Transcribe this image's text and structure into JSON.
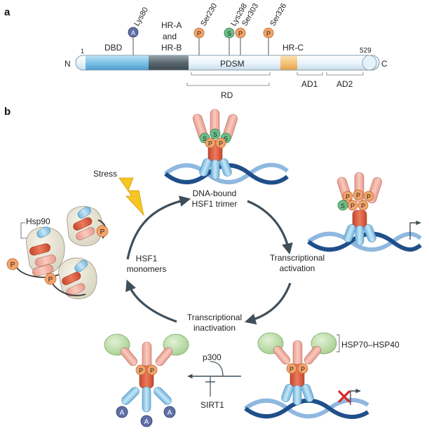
{
  "panel_a": {
    "letter": "a",
    "n_term": "N",
    "c_term": "C",
    "start": "1",
    "end": "529",
    "domains": {
      "dbd": "DBD",
      "hra": "HR-A",
      "and": "and",
      "hrb": "HR-B",
      "hrc": "HR-C",
      "pdsm": "PDSM"
    },
    "regions": {
      "rd": "RD",
      "ad1": "AD1",
      "ad2": "AD2"
    },
    "sites": [
      {
        "label": "Lys80",
        "mark": "A"
      },
      {
        "label": "Ser230",
        "mark": "P"
      },
      {
        "label": "Lys298",
        "mark": "S"
      },
      {
        "label": "Ser303",
        "mark": "P"
      },
      {
        "label": "Ser326",
        "mark": "P"
      }
    ]
  },
  "panel_b": {
    "letter": "b",
    "stress": "Stress",
    "hsp90": "Hsp90",
    "dna_bound_1": "DNA-bound",
    "dna_bound_2": "HSF1 trimer",
    "monomers_1": "HSF1",
    "monomers_2": "monomers",
    "activation_1": "Transcriptional",
    "activation_2": "activation",
    "inactivation_1": "Transcriptional",
    "inactivation_2": "inactivation",
    "hsp70": "HSP70–HSP40",
    "p300": "p300",
    "sirt1": "SIRT1",
    "mark_p": "P",
    "mark_s": "S",
    "mark_a": "A"
  },
  "colors": {
    "dbd": "#7ec3e6",
    "hr_ab": "#5c6870",
    "hrc": "#f5c47a",
    "pdsm": "#eaf4fb",
    "phospho": "#f4a46a",
    "sumo": "#6dbf8a",
    "acetyl": "#5f6fa8",
    "coil_light": "#f3b1a6",
    "coil_dark": "#e0694e",
    "dna_dark": "#1f4f8a",
    "dna_light": "#8fb8e0",
    "hsp90_shape": "#e9e6d8",
    "chaperone": "#b9dca6",
    "arrow": "#3f4f5a"
  }
}
